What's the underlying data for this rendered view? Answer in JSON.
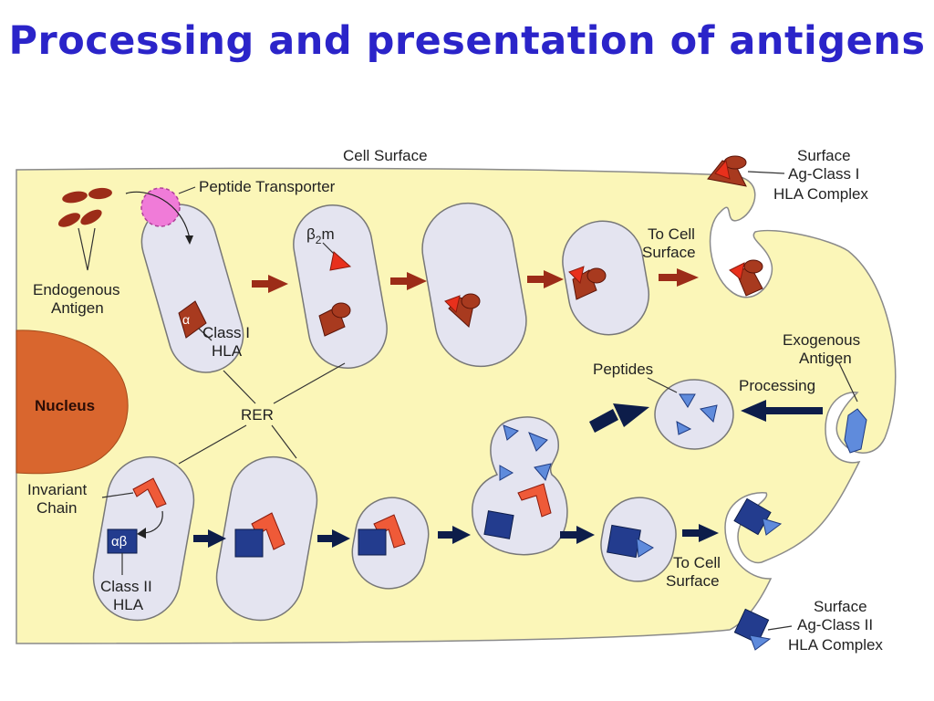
{
  "title": "Processing and presentation of antigens",
  "labels": {
    "cell_surface": "Cell Surface",
    "peptide_transporter": "Peptide Transporter",
    "endogenous_line1": "Endogenous",
    "endogenous_line2": "Antigen",
    "alpha": "α",
    "class1_line1": "Class I",
    "class1_line2": "HLA",
    "b2m_beta": "β",
    "b2m_sub": "2",
    "b2m_m": "m",
    "to_cell_surface_top_line1": "To Cell",
    "to_cell_surface_top_line2": "Surface",
    "surface_class1_line1": "Surface",
    "surface_class1_line2": "Ag-Class I",
    "surface_class1_line3": "HLA Complex",
    "nucleus": "Nucleus",
    "rer": "RER",
    "exogenous_line1": "Exogenous",
    "exogenous_line2": "Antigen",
    "peptides": "Peptides",
    "processing": "Processing",
    "invariant_line1": "Invariant",
    "invariant_line2": "Chain",
    "alpha_beta": "αβ",
    "class2_line1": "Class II",
    "class2_line2": "HLA",
    "to_cell_surface_bottom_line1": "To Cell",
    "to_cell_surface_bottom_line2": "Surface",
    "surface_class2_line1": "Surface",
    "surface_class2_line2": "Ag-Class II",
    "surface_class2_line3": "HLA Complex"
  },
  "colors": {
    "title": "#2b24c9",
    "cytoplasm": "#fbf6b8",
    "vesicle": "#e4e4f0",
    "nucleus": "#d9662e",
    "class1_molecule": "#a83a1f",
    "class1_peptide": "#e8301c",
    "class2_molecule": "#233c8e",
    "class2_peptide": "#5f8bdc",
    "invariant_chain": "#ef5a38",
    "arrow_top": "#9c2c18",
    "arrow_bottom": "#0d1d4a",
    "transporter": "#f07bd8"
  }
}
